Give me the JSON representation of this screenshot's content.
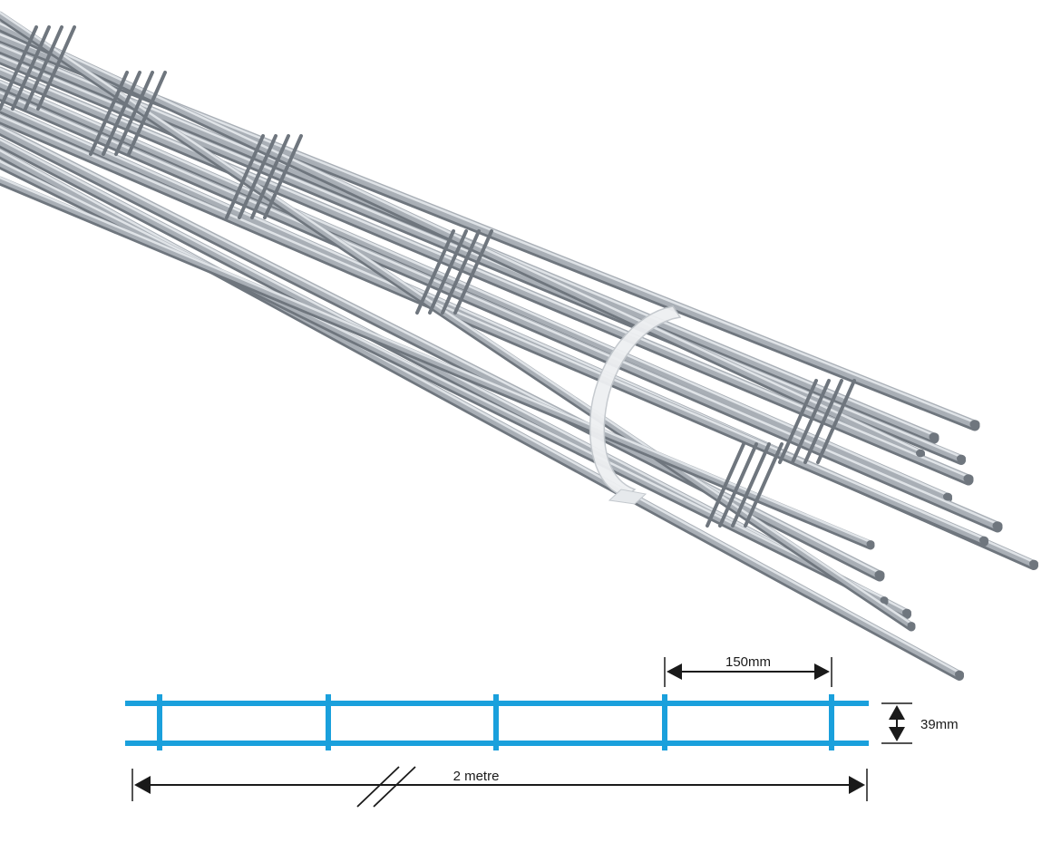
{
  "product_photo": {
    "description_icon": "galvanised-wire-ladder-mesh-bundle-photo",
    "colors": {
      "steel_light": "#dfe3e7",
      "steel_mid": "#a9afb6",
      "steel_dark": "#6f767e",
      "strap": "#e9ecef"
    }
  },
  "diagram": {
    "mesh_color": "#1aa0dc",
    "arrow_color": "#1a1a1a",
    "labels": {
      "spacing": "150mm",
      "width": "39mm",
      "length": "2 metre"
    }
  }
}
